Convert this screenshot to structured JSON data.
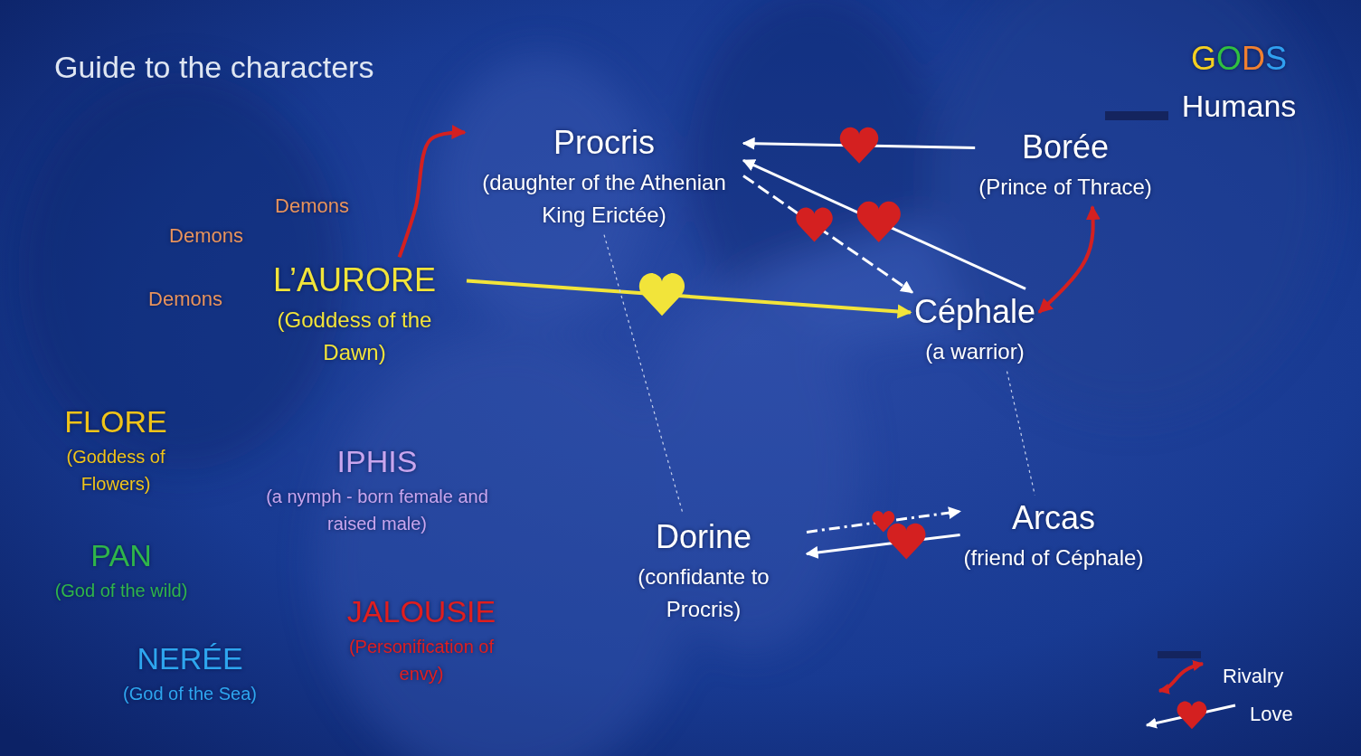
{
  "diagram": {
    "title": "Guide to the characters",
    "nodes": [
      {
        "text": [
          "Procris",
          "(daughter of the Athenian King Erictée)"
        ]
      },
      {
        "text": [
          "Borée",
          "(Prince of Thrace)"
        ]
      },
      {
        "text": [
          "L’AURORE",
          "(Goddess of the Dawn)"
        ]
      },
      {
        "text": [
          "Céphale",
          "(a warrior)"
        ]
      },
      {
        "text": [
          "FLORE",
          "(Goddess of Flowers)"
        ]
      },
      {
        "text": [
          "IPHIS",
          "(a nymph - born female and raised male)"
        ]
      },
      {
        "text": [
          "Dorine",
          "(confidante to Procris)"
        ]
      },
      {
        "text": [
          "Arcas",
          "(friend of Céphale)"
        ]
      },
      {
        "text": [
          "PAN",
          "(God of the wild)"
        ]
      },
      {
        "text": [
          "JALOUSIE",
          "(Personification of envy)"
        ]
      },
      {
        "text": [
          "NERÉE",
          "(God of the Sea)"
        ]
      }
    ],
    "edges": [
      {
        "from": 1,
        "to": 0,
        "arrow": "to"
      },
      {
        "from": 3,
        "to": 0,
        "arrow": "to"
      },
      {
        "from": 0,
        "to": 3,
        "arrow": "to"
      },
      {
        "from": 2,
        "to": 3,
        "arrow": "to"
      },
      {
        "from": 1,
        "to": 3,
        "arrow": "both"
      },
      {
        "from": 2,
        "to": 0,
        "arrow": "to"
      },
      {
        "from": 6,
        "to": 7,
        "arrow": "to"
      },
      {
        "from": 7,
        "to": 6,
        "arrow": "to"
      },
      {
        "from": 0,
        "to": 6,
        "arrow": "none"
      },
      {
        "from": 3,
        "to": 7,
        "arrow": "none"
      }
    ],
    "labels": [
      "Demons",
      "Demons",
      "Demons",
      "GODS",
      "Humans"
    ],
    "legend": [
      {
        "text": "Rivalry"
      },
      {
        "text": "Love"
      }
    ]
  }
}
